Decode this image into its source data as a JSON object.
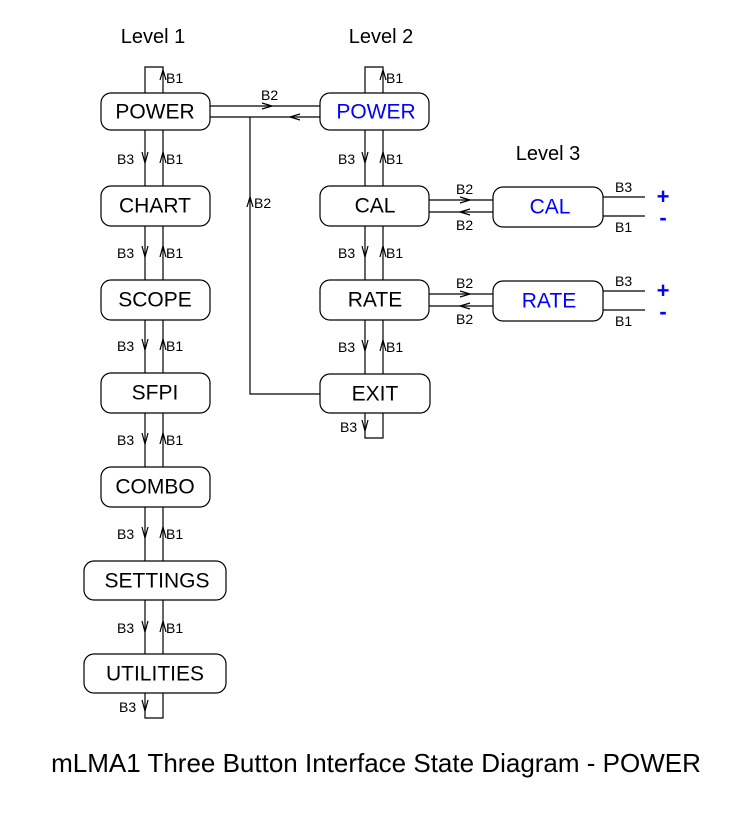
{
  "title": "mLMA1 Three Button Interface State Diagram - POWER",
  "colors": {
    "default_text": "#000000",
    "highlight_text": "#0000ff"
  },
  "levels": [
    {
      "id": "level-1",
      "label": "Level 1"
    },
    {
      "id": "level-2",
      "label": "Level 2"
    },
    {
      "id": "level-3",
      "label": "Level 3"
    }
  ],
  "states": {
    "l1_power": "POWER",
    "l1_chart": "CHART",
    "l1_scope": "SCOPE",
    "l1_sfpi": "SFPI",
    "l1_combo": "COMBO",
    "l1_settings": "SETTINGS",
    "l1_utilities": "UTILITIES",
    "l2_power": "POWER",
    "l2_cal": "CAL",
    "l2_rate": "RATE",
    "l2_exit": "EXIT",
    "l3_cal": "CAL",
    "l3_rate": "RATE"
  },
  "buttons": {
    "b1": "B1",
    "b2": "B2",
    "b3": "B3"
  },
  "signs": {
    "plus": "+",
    "minus": "-"
  }
}
